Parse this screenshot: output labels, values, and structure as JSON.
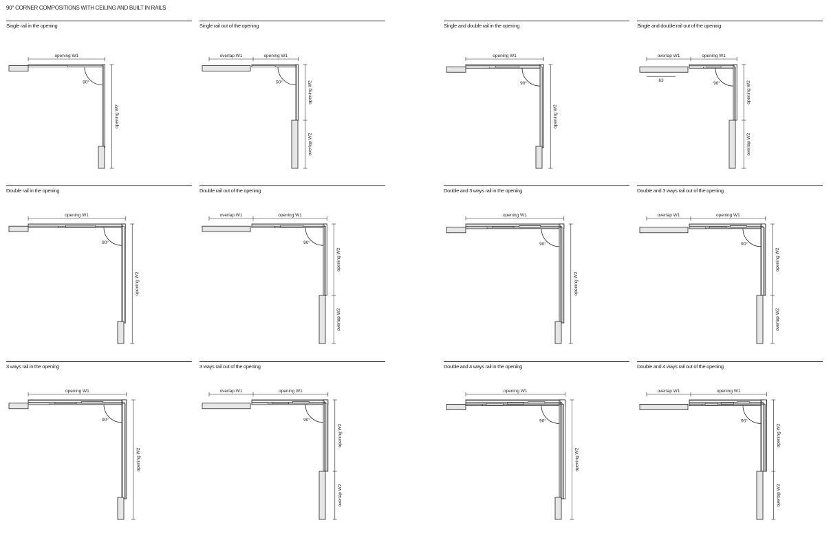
{
  "page": {
    "title": "90° CORNER COMPOSITIONS WITH CEILING AND BUILT IN RAILS"
  },
  "labels": {
    "opening_w1": "opening W1",
    "opening_w2": "opening W2",
    "overlap_w1": "overlap W1",
    "overlap_w2": "overlap W2",
    "angle": "90°",
    "dim_63": "63"
  },
  "panels": [
    {
      "title": "Single rail in the opening",
      "rails": 1,
      "out": false
    },
    {
      "title": "Single rail out of the opening",
      "rails": 1,
      "out": true
    },
    {
      "title": "Single and double rail in the opening",
      "rails": 2,
      "out": false
    },
    {
      "title": "Single and double rail out of the opening",
      "rails": 2,
      "out": true,
      "dim63": true
    },
    {
      "title": "Double rail in the opening",
      "rails": 2,
      "out": false
    },
    {
      "title": "Double rail out of the opening",
      "rails": 2,
      "out": true
    },
    {
      "title": "Double and 3 ways rail in the opening",
      "rails": 3,
      "out": false
    },
    {
      "title": "Double and 3 ways rail out of the opening",
      "rails": 3,
      "out": true
    },
    {
      "title": "3 ways rail in the opening",
      "rails": 3,
      "out": false
    },
    {
      "title": "3 ways rail out of the opening",
      "rails": 3,
      "out": true
    },
    {
      "title": "Double and 4 ways rail in the opening",
      "rails": 4,
      "out": false
    },
    {
      "title": "Double and 4 ways rail out of the opening",
      "rails": 4,
      "out": true
    }
  ]
}
